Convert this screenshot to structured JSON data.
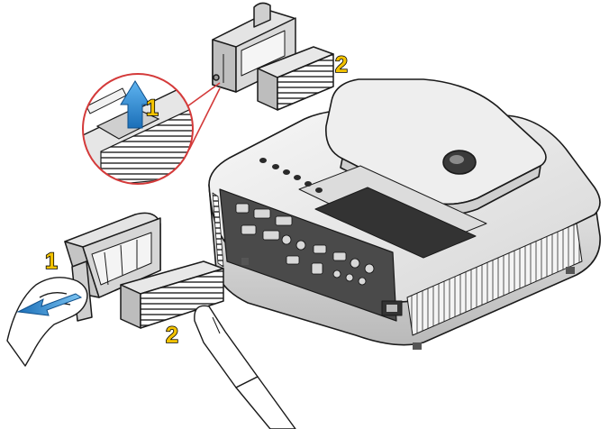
{
  "steps": {
    "top_inset_step_1": "1",
    "top_filter_step_2": "2",
    "side_step_1": "1",
    "side_filter_step_2": "2"
  },
  "colors": {
    "accent_yellow": "#f2c200",
    "arrow_blue": "#2d86d4",
    "callout_red": "#d43a3a",
    "outline": "#1a1a1a",
    "shade": "#c9c9c9"
  },
  "icons": {
    "lift": "up-arrow-icon",
    "pull": "left-arrow-icon"
  }
}
